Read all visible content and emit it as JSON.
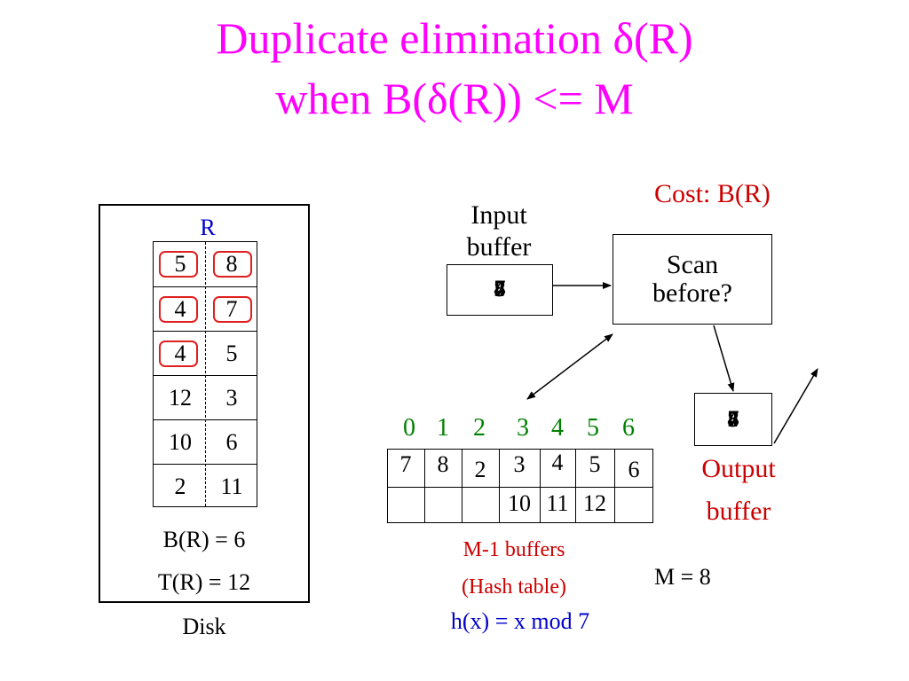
{
  "slide": {
    "title_line1": "Duplicate elimination δ(R)",
    "title_line2": "when B(δ(R)) <= M"
  },
  "disk": {
    "relation_label": "R",
    "rows": [
      [
        "5",
        "8"
      ],
      [
        "4",
        "7"
      ],
      [
        "4",
        "5"
      ],
      [
        "12",
        "3"
      ],
      [
        "10",
        "6"
      ],
      [
        "2",
        "11"
      ]
    ],
    "b_stat": "B(R) = 6",
    "t_stat": "T(R) = 12",
    "label": "Disk"
  },
  "input_buffer": {
    "label_line1": "Input",
    "label_line2": "buffer",
    "overlay_values": [
      "5",
      "4",
      "8",
      "7"
    ]
  },
  "scan_box": {
    "line1": "Scan",
    "line2": "before?"
  },
  "cost": "Cost: B(R)",
  "output_buffer": {
    "label_line1": "Output",
    "label_line2": "buffer",
    "overlay_values": [
      "5",
      "4",
      "8",
      "7"
    ]
  },
  "hash_table": {
    "bucket_indices": [
      "0",
      "1",
      "2",
      "3",
      "4",
      "5",
      "6"
    ],
    "top_row": [
      "7",
      "8",
      "2",
      "3",
      "4",
      "5",
      "6"
    ],
    "bottom_row": [
      "",
      "",
      "",
      "10",
      "11",
      "12",
      ""
    ],
    "label_line1": "M-1 buffers",
    "label_line2": "(Hash table)",
    "hash_function": "h(x) = x mod 7"
  },
  "memory": "M = 8",
  "colors": {
    "title": "#ff00ff",
    "cost": "#cc0000",
    "bucket_index": "#008000",
    "relation_label": "#0000cc",
    "hash_function": "#0000cc",
    "circle": "#e02020"
  }
}
